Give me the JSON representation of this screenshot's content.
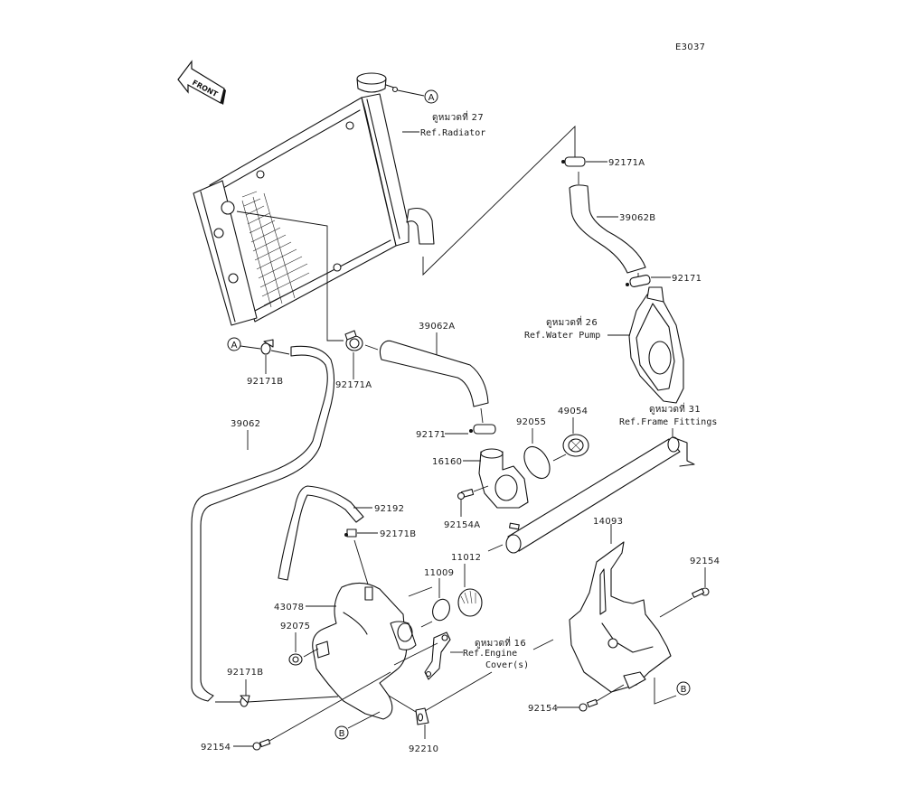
{
  "diagram_code": "E3037",
  "front_arrow": {
    "label": "FRONT",
    "icon": "front-arrow-icon"
  },
  "refs": {
    "radiator": {
      "thai": "ดูหมวดที่ 27",
      "en": "Ref.Radiator"
    },
    "water_pump": {
      "thai": "ดูหมวดที่ 26",
      "en": "Ref.Water Pump"
    },
    "frame_fittings": {
      "thai": "ดูหมวดที่ 31",
      "en": "Ref.Frame Fittings"
    },
    "engine_cover": {
      "thai": "ดูหมวดที่ 16",
      "en1": "Ref.Engine",
      "en2": "Cover(s)"
    }
  },
  "markers": {
    "a": "A",
    "b": "B"
  },
  "parts": {
    "p92171A_top": "92171A",
    "p39062B": "39062B",
    "p92171_upper": "92171",
    "p39062A": "39062A",
    "p92171B_left": "92171B",
    "p92171A_mid": "92171A",
    "p39062": "39062",
    "p92171_mid": "92171",
    "p92055": "92055",
    "p49054": "49054",
    "p16160": "16160",
    "p92154A": "92154A",
    "p92192": "92192",
    "p92171B_mid": "92171B",
    "p14093": "14093",
    "p11012": "11012",
    "p11009": "11009",
    "p43078": "43078",
    "p92154_right": "92154",
    "p92075": "92075",
    "p92171B_low": "92171B",
    "p92154_lowright": "92154",
    "p92154_low": "92154",
    "p92210": "92210"
  }
}
